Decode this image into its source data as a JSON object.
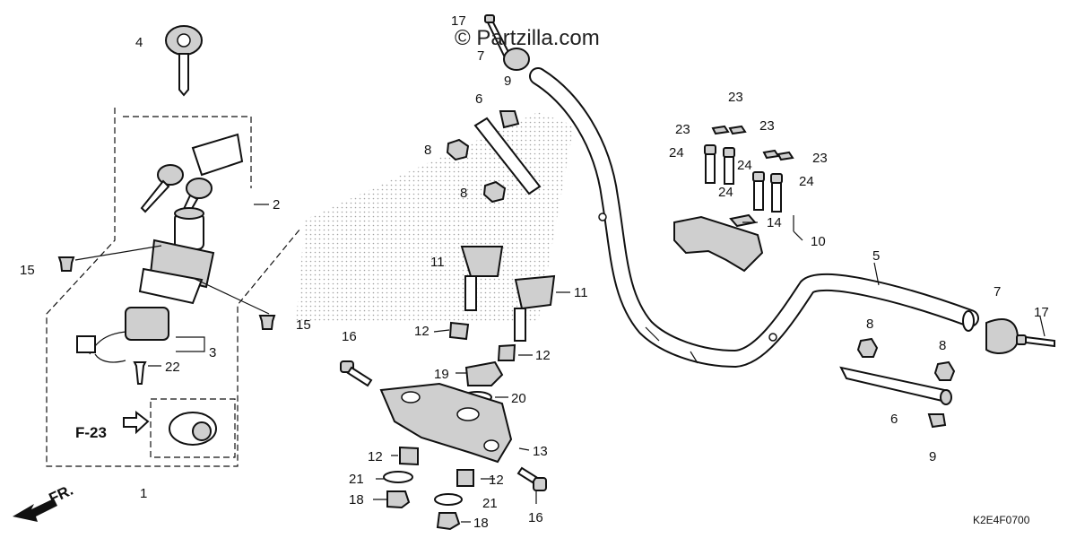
{
  "watermark": "© Partzilla.com",
  "diagram_code": "K2E4F0700",
  "reference": "F-23",
  "direction_label": "FR.",
  "callouts": {
    "n1": "1",
    "n2": "2",
    "n3": "3",
    "n4": "4",
    "n5": "5",
    "n6a": "6",
    "n6b": "6",
    "n7a": "7",
    "n7b": "7",
    "n8a": "8",
    "n8b": "8",
    "n8c": "8",
    "n8d": "8",
    "n9a": "9",
    "n9b": "9",
    "n10": "10",
    "n11a": "11",
    "n11b": "11",
    "n12a": "12",
    "n12b": "12",
    "n12c": "12",
    "n12d": "12",
    "n13": "13",
    "n14": "14",
    "n15a": "15",
    "n15b": "15",
    "n16a": "16",
    "n16b": "16",
    "n17a": "17",
    "n17b": "17",
    "n18a": "18",
    "n18b": "18",
    "n19": "19",
    "n20": "20",
    "n21a": "21",
    "n21b": "21",
    "n22": "22",
    "n23a": "23",
    "n23b": "23",
    "n23c": "23",
    "n23d": "23",
    "n24a": "24",
    "n24b": "24",
    "n24c": "24",
    "n24d": "24"
  }
}
